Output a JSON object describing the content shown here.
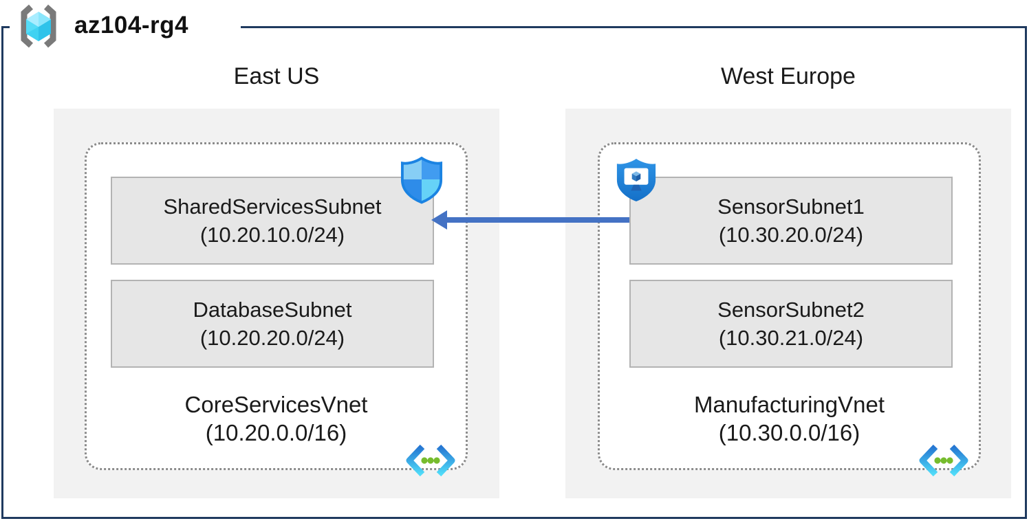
{
  "resource_group": {
    "name": "az104-rg4",
    "icon": "resource-group-icon"
  },
  "regions": [
    {
      "name": "East US",
      "vnet": {
        "name": "CoreServicesVnet",
        "cidr": "(10.20.0.0/16)",
        "icon": "virtual-network-icon",
        "subnets": [
          {
            "name": "SharedServicesSubnet",
            "cidr": "(10.20.10.0/24)",
            "badge_icon": "nsg-shield-icon"
          },
          {
            "name": "DatabaseSubnet",
            "cidr": "(10.20.20.0/24)",
            "badge_icon": null
          }
        ]
      }
    },
    {
      "name": "West Europe",
      "vnet": {
        "name": "ManufacturingVnet",
        "cidr": "(10.30.0.0/16)",
        "icon": "virtual-network-icon",
        "subnets": [
          {
            "name": "SensorSubnet1",
            "cidr": "(10.30.20.0/24)",
            "badge_icon": "asg-shield-icon"
          },
          {
            "name": "SensorSubnet2",
            "cidr": "(10.30.21.0/24)",
            "badge_icon": null
          }
        ]
      }
    }
  ],
  "connection": {
    "from": "SensorSubnet1",
    "to": "SharedServicesSubnet",
    "direction": "right-to-left",
    "color": "#4472c4"
  },
  "colors": {
    "rg_border": "#1f3a5f",
    "region_fill": "#f2f2f2",
    "vnet_border": "#8b8b8b",
    "subnet_fill": "#e6e6e6",
    "subnet_border": "#b3b3b3",
    "arrow": "#4472c4",
    "text": "#1a1a1a",
    "dot_green": "#76bc2d",
    "shield_blue": "#1b83e2"
  }
}
